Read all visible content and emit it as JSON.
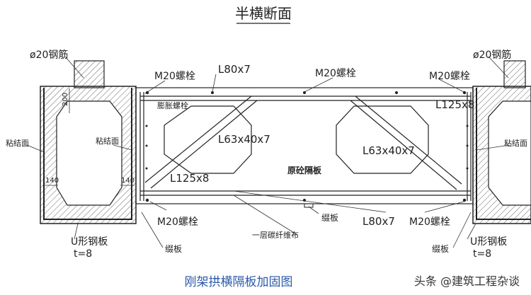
{
  "title": "半横断面",
  "caption": "刚架拱横隔板加固图",
  "watermark": "头条 @建筑工程杂谈",
  "labels": {
    "rebar_left": "ø20钢筋",
    "rebar_right": "ø20钢筋",
    "l80_top": "L80x7",
    "l80_bottom": "L80x7",
    "m20_top_left": "M20螺栓",
    "m20_top_mid": "M20螺栓",
    "m20_top_right": "M20螺栓",
    "m20_bottom_left": "M20螺栓",
    "m20_bottom_right": "M20螺栓",
    "expansion_bolt": "膨胀螺栓",
    "l125_left": "L125x8",
    "l125_right": "L125x8",
    "l63_left": "L63x40x7",
    "l63_right": "L63x40x7",
    "original_diaphragm": "原砼隔板",
    "bond_face_left_outer": "粘结面",
    "bond_face_left_inner": "粘结面",
    "bond_face_right": "粘结面",
    "dim_200": "200",
    "dim_140_a": "140",
    "dim_140_b": "140",
    "plate_mid": "缀板",
    "plate_left": "缀板",
    "plate_right": "缀板",
    "fiber_cloth": "一层碳纤维布",
    "u_plate_left": "U形钢板",
    "u_plate_left_t": "t=8",
    "u_plate_right": "U形钢板",
    "u_plate_right_t": "t=8"
  }
}
